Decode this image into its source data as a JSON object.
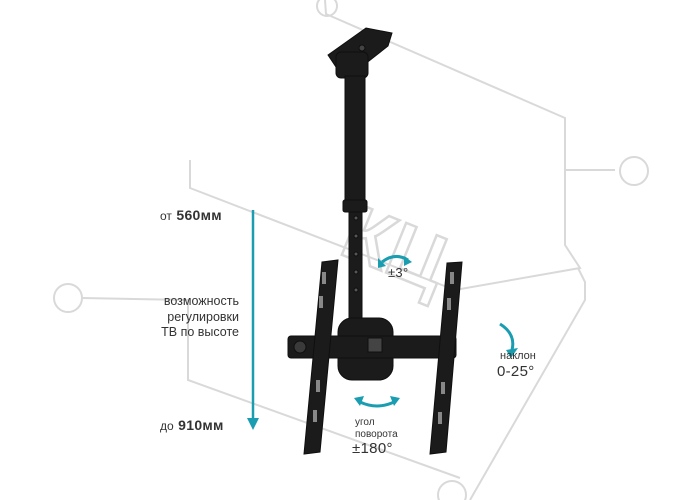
{
  "watermark": "КЦ",
  "labels": {
    "height_from_prefix": "от",
    "height_from_value": "560мм",
    "height_caption_line1": "возможность",
    "height_caption_line2": "регулировки",
    "height_caption_line3": "ТВ по высоте",
    "height_to_prefix": "до",
    "height_to_value": "910мм",
    "swivel_small": "±3°",
    "tilt_caption": "наклон",
    "tilt_value": "0-25°",
    "rotate_caption_line1": "угол",
    "rotate_caption_line2": "поворота",
    "rotate_value": "±180°"
  },
  "colors": {
    "accent": "#1a9db0",
    "watermark": "#d9d9d9",
    "metal": "#1b1b1b"
  }
}
